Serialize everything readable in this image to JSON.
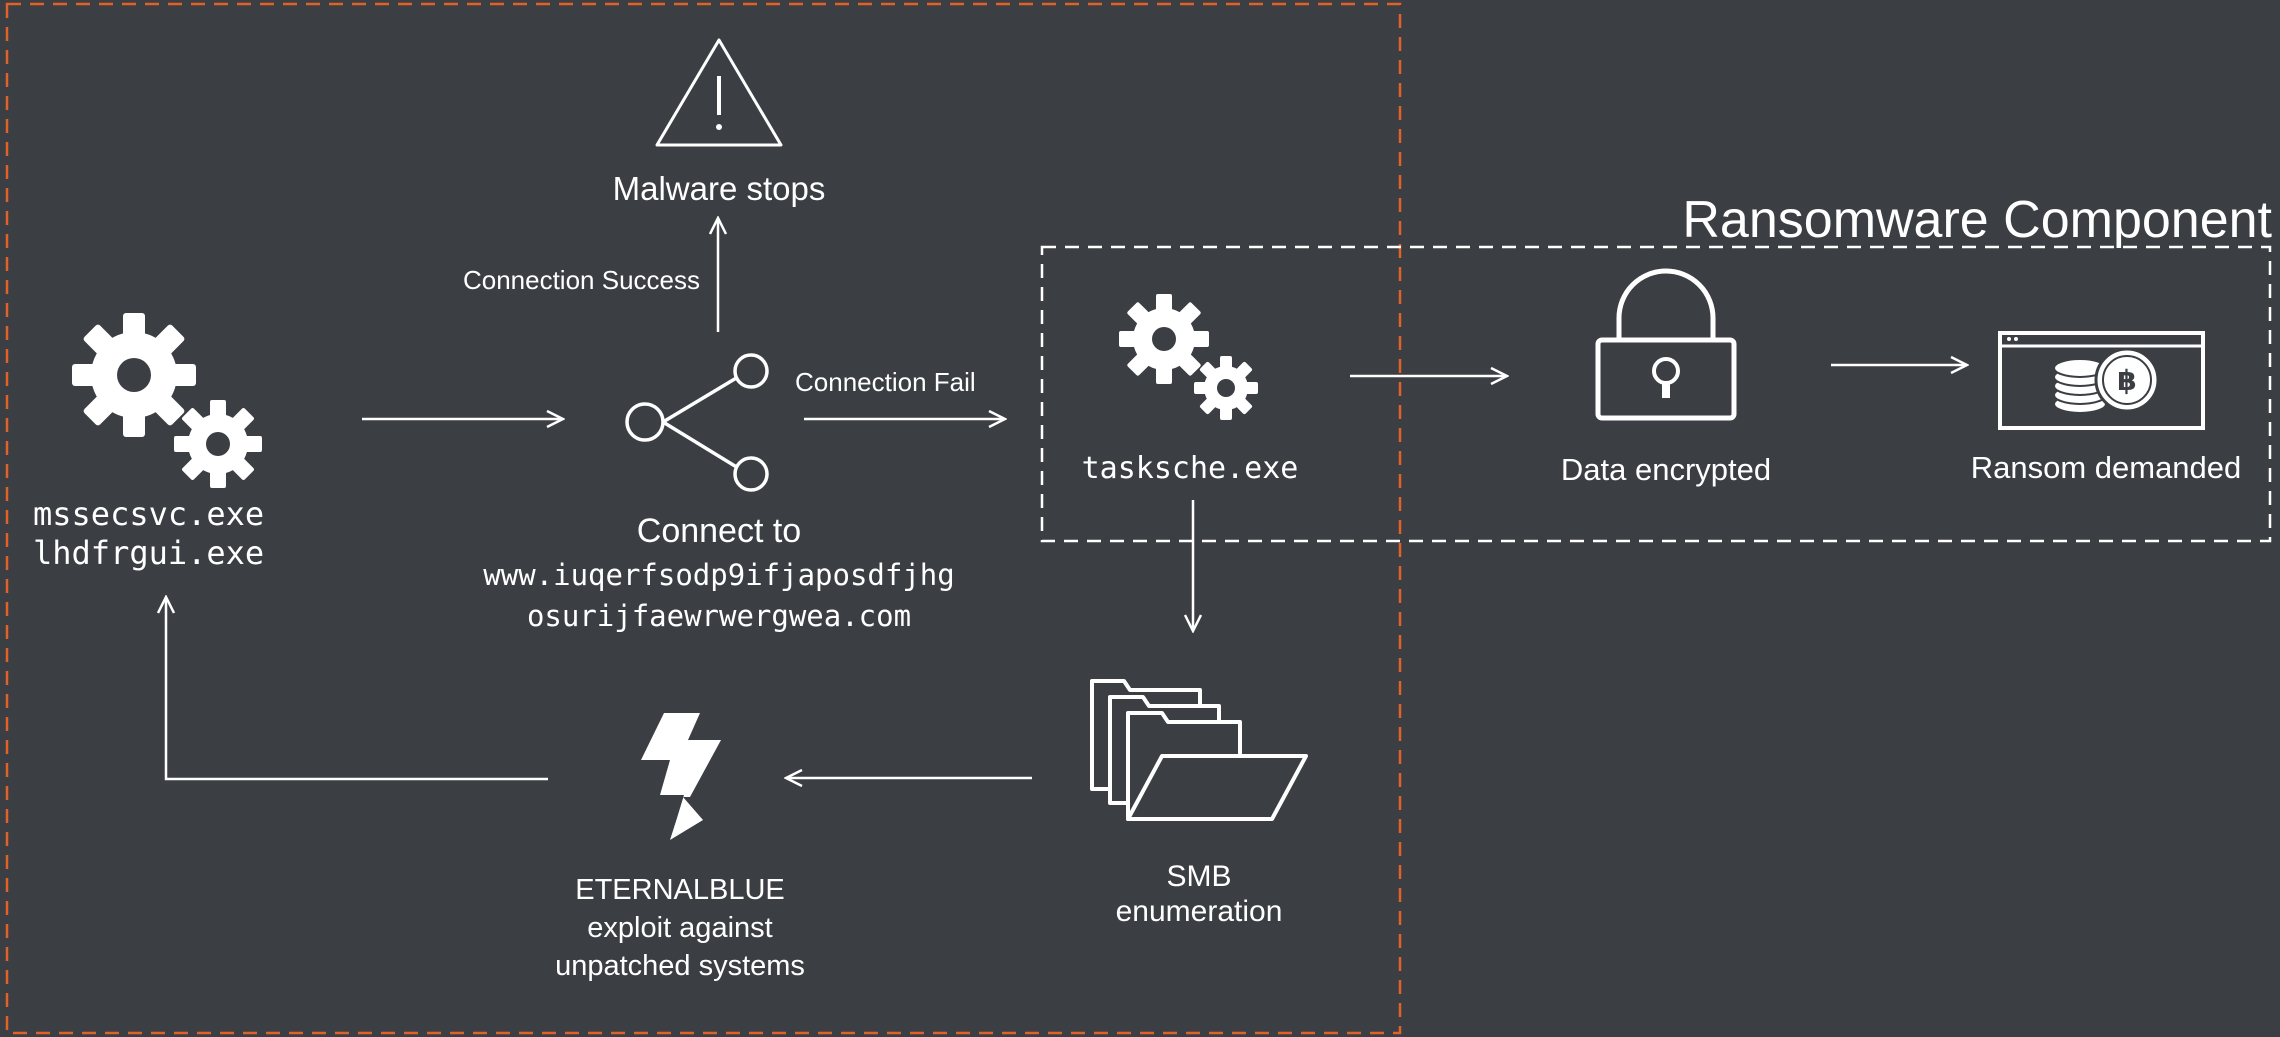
{
  "colors": {
    "background": "#3b3e43",
    "foreground": "#ffffff",
    "worm_boundary": "#e0622a",
    "ransomware_boundary": "#ffffff"
  },
  "ransomware_title": "Ransomware Component",
  "nodes": {
    "dropper": {
      "icon": "gears-icon",
      "line1": "mssecsvc.exe",
      "line2": "lhdfrgui.exe"
    },
    "stop": {
      "icon": "warning-triangle-icon",
      "label": "Malware stops"
    },
    "connect": {
      "icon": "share-nodes-icon",
      "label": "Connect to",
      "url_line1": "www.iuqerfsodp9ifjaposdfjhg",
      "url_line2": "osurijfaewrwergwea.com"
    },
    "tasksche": {
      "icon": "gears-icon",
      "label": "tasksche.exe"
    },
    "encrypt": {
      "icon": "padlock-icon",
      "label": "Data encrypted"
    },
    "ransom": {
      "icon": "bitcoin-window-icon",
      "label": "Ransom demanded"
    },
    "smb": {
      "icon": "folders-icon",
      "line1": "SMB",
      "line2": "enumeration"
    },
    "exploit": {
      "icon": "lightning-bolt-icon",
      "line1": "ETERNALBLUE",
      "line2": "exploit against",
      "line3": "unpatched systems"
    }
  },
  "edges": {
    "success_label": "Connection Success",
    "fail_label": "Connection Fail"
  }
}
